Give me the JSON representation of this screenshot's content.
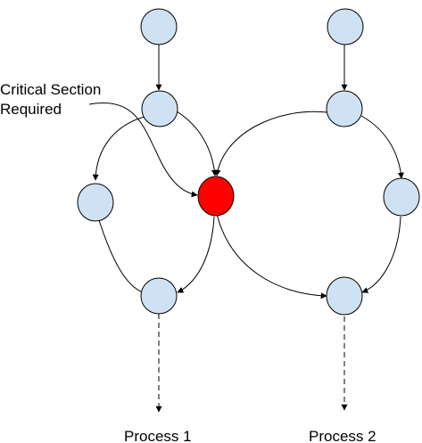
{
  "annotation": {
    "line1": "Critical Section",
    "line2": "Required"
  },
  "processes": [
    {
      "label": "Process 1"
    },
    {
      "label": "Process 2"
    }
  ],
  "colors": {
    "node_fill": "#cfe2f3",
    "critical_fill": "#ff0000",
    "stroke": "#000000",
    "background": "#ffffff"
  }
}
